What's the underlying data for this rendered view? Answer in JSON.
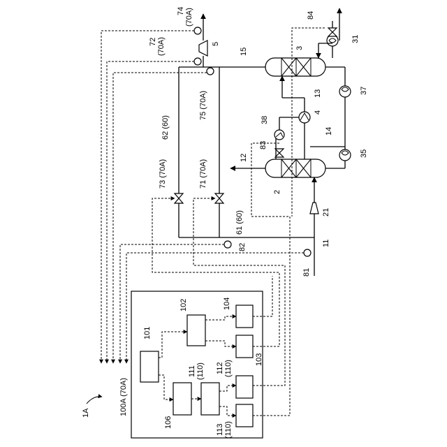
{
  "diagram": {
    "figure_label": "1A",
    "controller": "100A (70A)",
    "blocks": {
      "b101": "101",
      "b102": "102",
      "b103": "103",
      "b104": "104",
      "b106": "106",
      "b111": "111",
      "b111_sub": "(110)",
      "b112": "112",
      "b112_sub": "(110)",
      "b113": "113",
      "b113_sub": "(110)"
    },
    "equipment": {
      "reactor_top": "3",
      "reactor_bottom": "2",
      "heat_exchanger": "4",
      "compressor_top": "5",
      "compressor_bottom": "21",
      "cooler_31": "31",
      "pump_37": "37",
      "pump_35": "35",
      "heater_38": "38"
    },
    "lines": {
      "l11": "11",
      "l12": "12",
      "l13": "13",
      "l14": "14",
      "l15": "15",
      "l61": "61 (60)",
      "l62": "62 (60)"
    },
    "instruments": {
      "i71": "71 (70A)",
      "i72": "72",
      "i72_sub": "(70A)",
      "i73": "73 (70A)",
      "i74": "74",
      "i74_sub": "(70A)",
      "i75": "75 (70A)",
      "i81": "81",
      "i82": "82",
      "i83": "83",
      "i84": "84"
    }
  }
}
